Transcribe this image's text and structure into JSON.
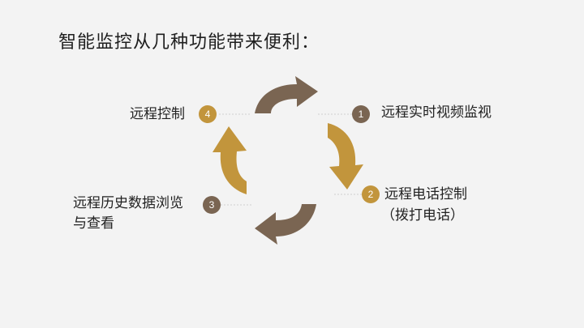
{
  "title": "智能监控从几种功能带来便利：",
  "colors": {
    "brown": "#7a6552",
    "gold": "#c2953c",
    "dots": "#cfcfcf"
  },
  "steps": [
    {
      "number": "1",
      "label": "远程实时视频监视",
      "color": "brown"
    },
    {
      "number": "2",
      "label": "远程电话控制",
      "sublabel": "（拨打电话）",
      "color": "gold"
    },
    {
      "number": "3",
      "label": "远程历史数据浏览",
      "sublabel": "与查看",
      "color": "brown"
    },
    {
      "number": "4",
      "label": "远程控制",
      "color": "gold"
    }
  ]
}
